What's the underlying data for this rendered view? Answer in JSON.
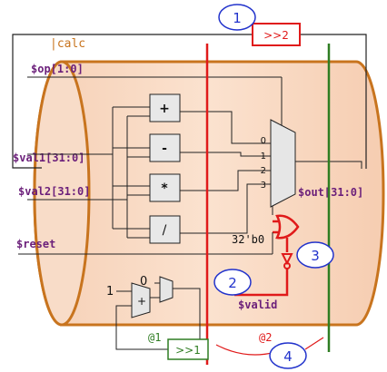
{
  "pipeline": {
    "label": "|calc",
    "stage_1": "@1",
    "stage_2": "@2"
  },
  "signals": {
    "op": "$op[1:0]",
    "val1": "$val1[31:0]",
    "val2": "$val2[31:0]",
    "reset": "$reset",
    "out": "$out[31:0]",
    "valid": "$valid"
  },
  "operators": {
    "add": "+",
    "sub": "-",
    "mul": "*",
    "div": "/"
  },
  "mux_inputs": [
    "0",
    "1",
    "2",
    "3"
  ],
  "constants": {
    "zero_32": "32'b0",
    "zero": "0",
    "one": "1",
    "adder": "+"
  },
  "shift_boxes": {
    "top": ">>2",
    "bottom": ">>1"
  },
  "callouts": [
    "1",
    "2",
    "3",
    "4"
  ],
  "colors": {
    "body_fill": "#f9d8c1",
    "body_stroke": "#c8741e",
    "stage_red": "#e01a1a",
    "stage_green": "#2f7d22",
    "signal_purple": "#6b1f7a",
    "label_orange": "#c8741e",
    "callout_blue": "#2233cc",
    "mux_fill": "#e6e6e6"
  }
}
